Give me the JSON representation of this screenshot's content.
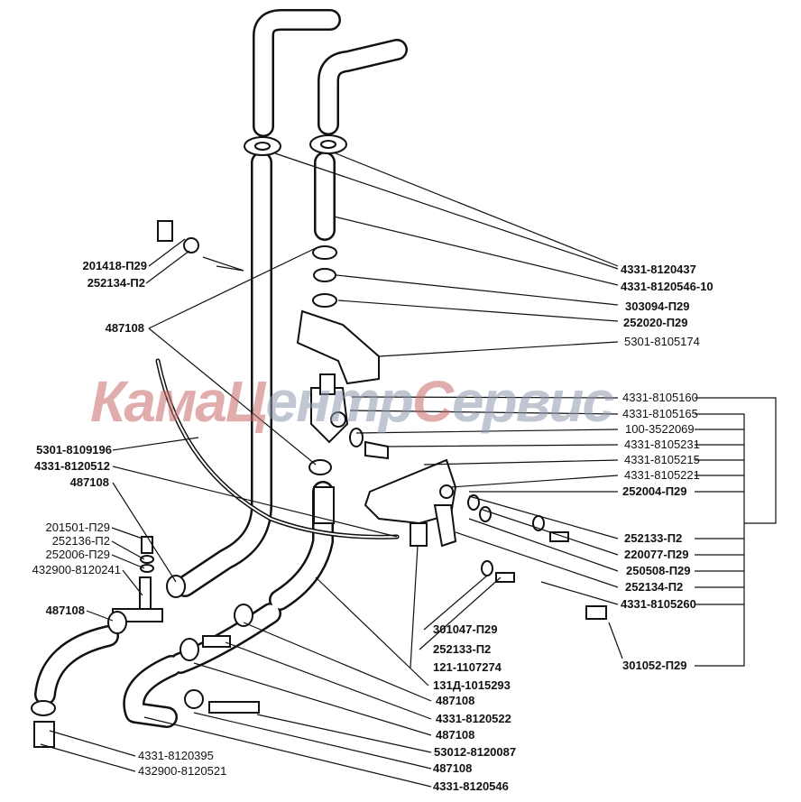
{
  "watermark": {
    "part1": "Кама",
    "part2": "Ц",
    "part3": "ентр",
    "part4": "С",
    "part5": "ервис",
    "pink": "#c96a6a",
    "gray": "#8e9ab0"
  },
  "labels": {
    "right": [
      "4331-8120437",
      "4331-8120546-10",
      "303094-П29",
      "252020-П29",
      "5301-8105174",
      "4331-8105160",
      "4331-8105165",
      "100-3522069",
      "4331-8105231",
      "4331-8105215",
      "4331-8105221",
      "252004-П29",
      "252133-П2",
      "220077-П29",
      "250508-П29",
      "252134-П2",
      "4331-8105260",
      "301052-П29"
    ],
    "bottom": [
      "301047-П29",
      "252133-П2",
      "121-1107274",
      "131Д-1015293",
      "487108",
      "4331-8120522",
      "487108",
      "53012-8120087",
      "487108",
      "4331-8120546"
    ],
    "left": [
      "201418-П29",
      "252134-П2",
      "487108",
      "5301-8109196",
      "4331-8120512",
      "487108",
      "201501-П29",
      "252136-П2",
      "252006-П29",
      "432900-8120241",
      "487108",
      "4331-8120395",
      "432900-8120521"
    ]
  }
}
